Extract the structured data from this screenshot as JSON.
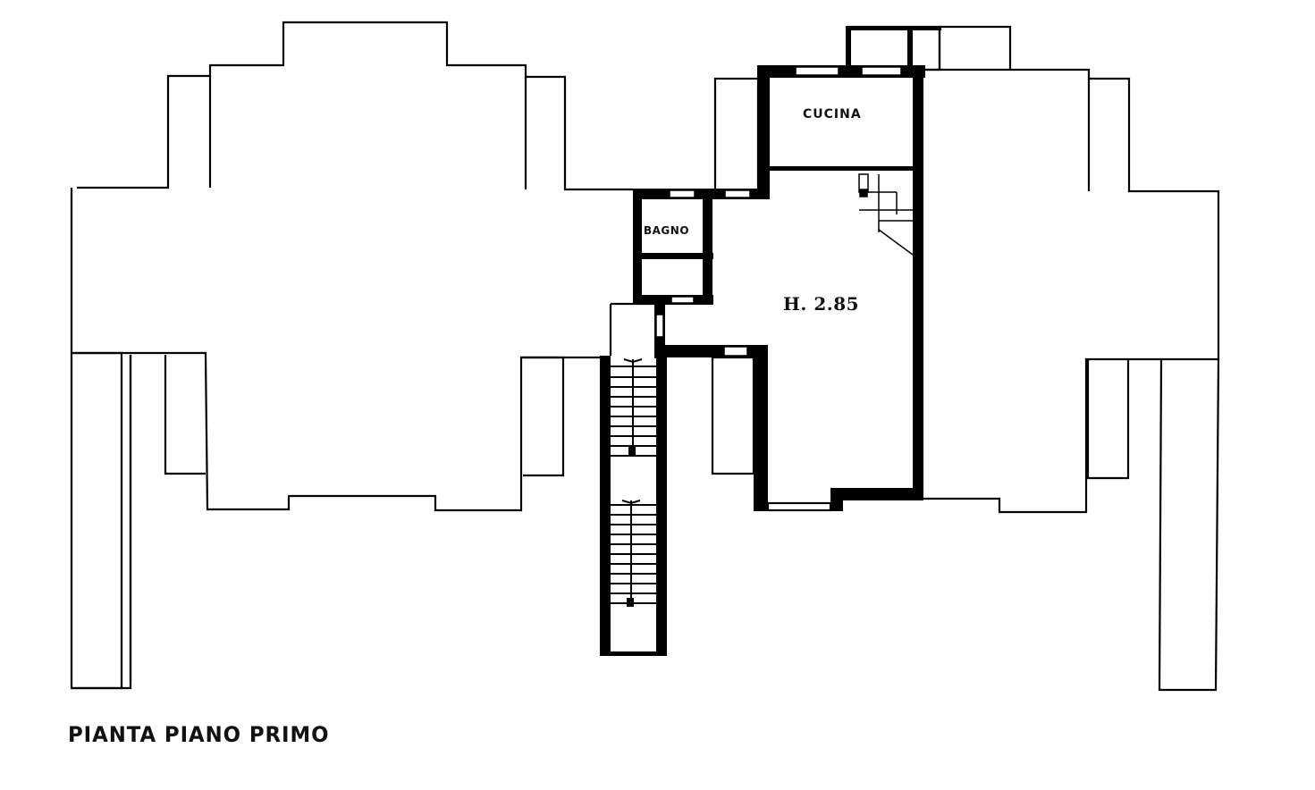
{
  "drawing": {
    "title": "PIANTA PIANO PRIMO",
    "type": "architectural floor plan",
    "rooms": [
      {
        "id": "cucina",
        "label": "CUCINA"
      },
      {
        "id": "bagno",
        "label": "BAGNO"
      },
      {
        "id": "soggiorno",
        "label": "H. 2.85"
      }
    ],
    "elements": [
      "internal spiral stair",
      "external straight stair",
      "adjacent units outline (left)",
      "adjacent units outline (right)"
    ],
    "colors": {
      "ink": "#000000",
      "paper": "#ffffff"
    }
  }
}
